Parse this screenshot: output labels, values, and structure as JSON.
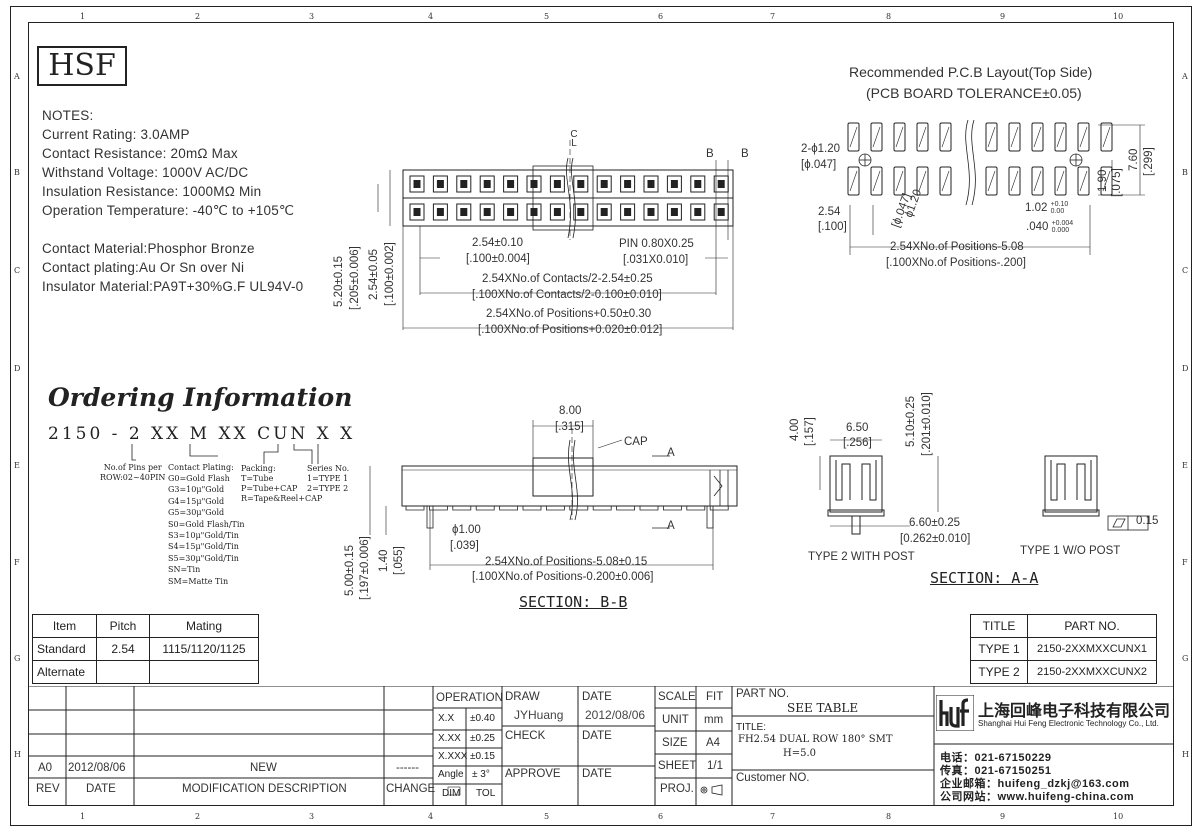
{
  "grid": {
    "cols": [
      "1",
      "2",
      "3",
      "4",
      "5",
      "6",
      "7",
      "8",
      "9",
      "10"
    ],
    "rows": [
      "A",
      "B",
      "C",
      "D",
      "E",
      "F",
      "G",
      "H"
    ]
  },
  "logo": "HSF",
  "notes": {
    "heading": "NOTES:",
    "lines": [
      "Current Rating: 3.0AMP",
      "Contact Resistance: 20mΩ Max",
      "Withstand Voltage: 1000V AC/DC",
      "Insulation Resistance: 1000MΩ Min",
      "Operation Temperature: -40℃ to +105℃"
    ],
    "materials": [
      "Contact Material:Phosphor Bronze",
      "Contact plating:Au Or Sn over Ni",
      "Insulator Material:PA9T+30%G.F UL94V-0"
    ]
  },
  "ordering": {
    "title": "Ordering Information",
    "part_number": "2150 - 2 XX  M  XX  CUN X  X",
    "no_pins": "No.of Pins per\nROW:02~40PIN",
    "plating_title": "Contact Plating:",
    "plating": [
      "G0=Gold Flash",
      "G3=10μ\"Gold",
      "G4=15μ\"Gold",
      "G5=30μ\"Gold",
      "S0=Gold Flash/Tin",
      "S3=10μ\"Gold/Tin",
      "S4=15μ\"Gold/Tin",
      "S5=30μ\"Gold/Tin",
      "SN=Tin",
      "SM=Matte Tin"
    ],
    "packing_title": "Packing:",
    "packing": [
      "T=Tube",
      "P=Tube+CAP",
      "R=Tape&Reel+CAP"
    ],
    "series_title": "Series No.",
    "series": [
      "1=TYPE 1",
      "2=TYPE 2"
    ]
  },
  "top_view": {
    "cl": "C\nL",
    "b_marks": [
      "B",
      "B"
    ],
    "d1": "2.54±0.10",
    "d1i": "[.100±0.004]",
    "pin": "PIN 0.80X0.25",
    "pini": "[.031X0.010]",
    "d2": "2.54XNo.of Contacts/2-2.54±0.25",
    "d2i": "[.100XNo.of Contacts/2-0.100±0.010]",
    "d3": "2.54XNo.of Positions+0.50±0.30",
    "d3i": "[.100XNo.of Positions+0.020±0.012]",
    "v1": "5.20±0.15",
    "v1i": "[.205±0.006]",
    "v2": "2.54±0.05",
    "v2i": "[.100±0.002]"
  },
  "pcb": {
    "title1": "Recommended P.C.B Layout(Top Side)",
    "title2": "(PCB BOARD TOLERANCE±0.05)",
    "hole": "2-ϕ1.20",
    "holei": "[ϕ.047]",
    "pad": "ϕ1.20",
    "padi": "[ϕ.047]",
    "pitch": "2.54",
    "pitchi": "[.100]",
    "offset": "1.02",
    "offset_tol_up": "+0.10",
    "offset_tol_dn": "0.00",
    "offseti": ".040",
    "offseti_tol_up": "+0.004",
    "offseti_tol_dn": "0.000",
    "len": "2.54XNo.of Positions-5.08",
    "leni": "[.100XNo.of Positions-.200]",
    "h1": "1.90",
    "h1i": "[.075]",
    "h2": "7.60",
    "h2i": "[.299]"
  },
  "side_view": {
    "w": "8.00",
    "wi": "[.315]",
    "cap": "CAP",
    "a_marks": [
      "A",
      "A"
    ],
    "hole": "ϕ1.00",
    "holei": "[.039]",
    "len": "2.54XNo.of Positions-5.08±0.15",
    "leni": "[.100XNo.of Positions-0.200±0.006]",
    "h1": "5.00±0.15",
    "h1i": "[.197±0.006]",
    "h2": "1.40",
    "h2i": "[.055]",
    "section": "SECTION: B-B"
  },
  "section_a": {
    "d400": "4.00",
    "d400i": "[.157]",
    "d650": "6.50",
    "d650i": "[.256]",
    "d510": "5.10±0.25",
    "d510i": "[.201±0.010]",
    "d660": "6.60±0.25",
    "d660i": "[0.262±0.010]",
    "flat": "0.15",
    "type2": "TYPE 2 WITH POST",
    "type1": "TYPE 1 W/O POST",
    "section": "SECTION: A-A"
  },
  "pitch_table": {
    "headers": [
      "Item",
      "Pitch",
      "Mating"
    ],
    "rows": [
      [
        "Standard",
        "2.54",
        "1115/1120/1125"
      ],
      [
        "Alternate",
        "",
        ""
      ]
    ]
  },
  "type_table": {
    "headers": [
      "TITLE",
      "PART NO."
    ],
    "rows": [
      [
        "TYPE 1",
        "2150-2XXMXXCUNX1"
      ],
      [
        "TYPE 2",
        "2150-2XXMXXCUNX2"
      ]
    ]
  },
  "title_block": {
    "rev_row": [
      "A0",
      "2012/08/06",
      "NEW",
      "------"
    ],
    "rev_headers": [
      "REV",
      "DATE",
      "MODIFICATION DESCRIPTION",
      "CHANGE"
    ],
    "operation": "OPERATION",
    "tol": [
      [
        "X.X",
        "±0.40"
      ],
      [
        "X.XX",
        "±0.25"
      ],
      [
        "X.XXX",
        "±0.15"
      ],
      [
        "Angle",
        "± 3°"
      ]
    ],
    "dim": "DIM",
    "tol_lbl": "TOL",
    "draw": "DRAW",
    "drawer": "JYHuang",
    "date": "DATE",
    "date_val": "2012/08/06",
    "check": "CHECK",
    "approve": "APPROVE",
    "scale": "SCALE",
    "fit": "FIT",
    "unit": "UNIT",
    "unit_val": "mm",
    "size": "SIZE",
    "size_val": "A4",
    "sheet": "SHEET",
    "sheet_val": "1/1",
    "proj": "PROJ.",
    "part_no": "PART NO.",
    "part_val": "SEE TABLE",
    "title": "TITLE:",
    "title_val1": "FH2.54 DUAL ROW 180° SMT",
    "title_val2": "H=5.0",
    "customer": "Customer NO.",
    "company_cn": "上海回峰电子科技有限公司",
    "company_en": "Shanghai Hui Feng Electronic Technology Co., Ltd.",
    "tel": "电话：021-67150229",
    "fax": "传真：021-67150251",
    "email": "企业邮箱：huifeng_dzkj@163.com",
    "web": "公司网站：www.huifeng-china.com"
  },
  "colors": {
    "line": "#222222",
    "paper": "#ffffff"
  }
}
